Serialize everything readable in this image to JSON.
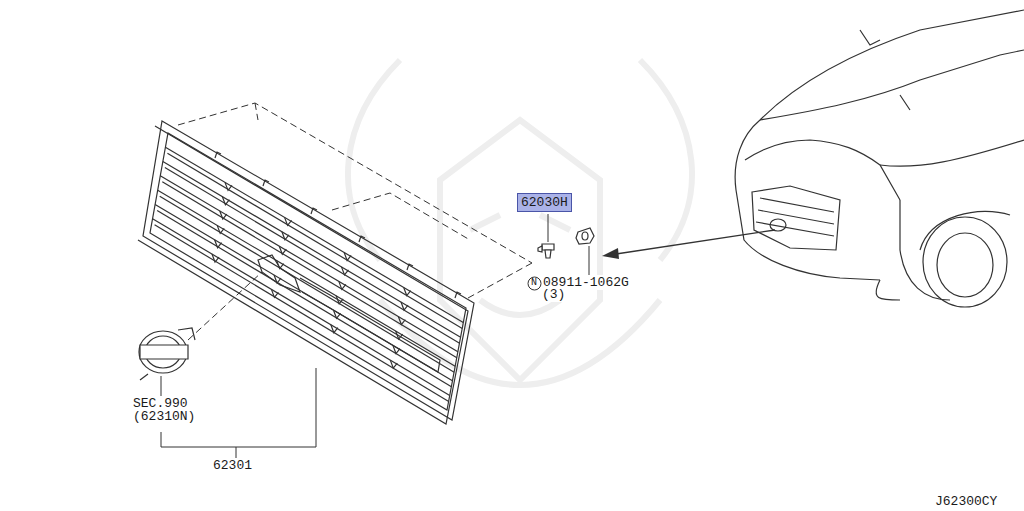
{
  "diagram": {
    "nodes": [
      {
        "text": [
          "62030H"
        ]
      },
      {
        "text": [
          "N"
        ]
      }
    ],
    "labels": [
      "08911-1062G",
      "(3)",
      "SEC.990",
      "(62310N)",
      "62301",
      "J62300CY"
    ]
  }
}
